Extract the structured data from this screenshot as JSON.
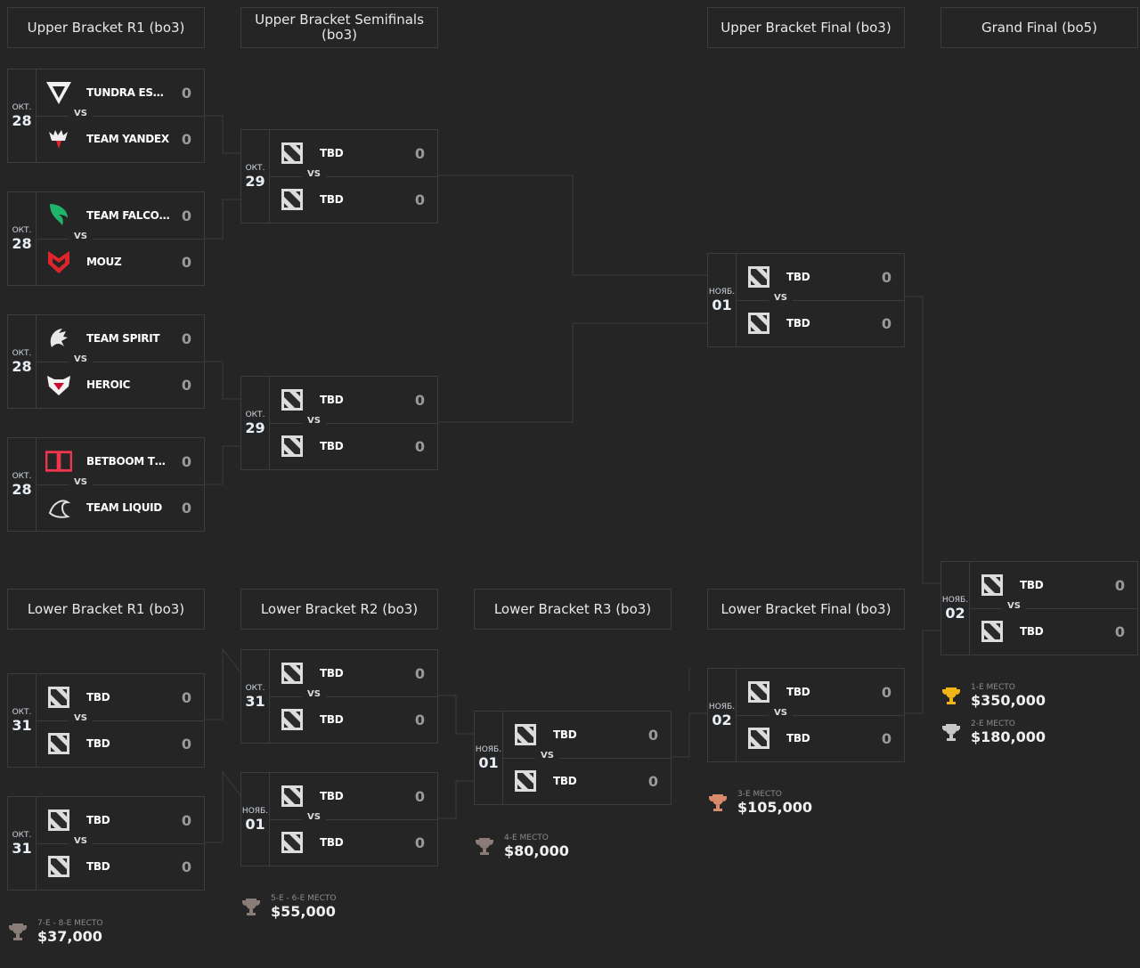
{
  "headers": {
    "ub_r1": "Upper Bracket R1 (bo3)",
    "ub_sf": "Upper Bracket Semifinals (bo3)",
    "ub_f": "Upper Bracket Final (bo3)",
    "gf": "Grand Final (bo5)",
    "lb_r1": "Lower Bracket R1 (bo3)",
    "lb_r2": "Lower Bracket R2 (bo3)",
    "lb_r3": "Lower Bracket R3 (bo3)",
    "lb_f": "Lower Bracket Final (bo3)"
  },
  "vs_label": "VS",
  "matches": [
    {
      "id": "ub-r1-1",
      "month": "ОКТ.",
      "day": "28",
      "teams": [
        {
          "name": "TUNDRA ESPO...",
          "logo": "tundra",
          "score": "0"
        },
        {
          "name": "TEAM YANDEX",
          "logo": "yandex",
          "score": "0"
        }
      ]
    },
    {
      "id": "ub-r1-2",
      "month": "ОКТ.",
      "day": "28",
      "teams": [
        {
          "name": "TEAM FALCONS",
          "logo": "falcons",
          "score": "0"
        },
        {
          "name": "MOUZ",
          "logo": "mouz",
          "score": "0"
        }
      ]
    },
    {
      "id": "ub-r1-3",
      "month": "ОКТ.",
      "day": "28",
      "teams": [
        {
          "name": "TEAM SPIRIT",
          "logo": "spirit",
          "score": "0"
        },
        {
          "name": "HEROIC",
          "logo": "heroic",
          "score": "0"
        }
      ]
    },
    {
      "id": "ub-r1-4",
      "month": "ОКТ.",
      "day": "28",
      "teams": [
        {
          "name": "BETBOOM TEAM",
          "logo": "betboom",
          "score": "0"
        },
        {
          "name": "TEAM LIQUID",
          "logo": "liquid",
          "score": "0"
        }
      ]
    },
    {
      "id": "ub-sf-1",
      "month": "ОКТ.",
      "day": "29",
      "teams": [
        {
          "name": "TBD",
          "logo": "dota",
          "score": "0"
        },
        {
          "name": "TBD",
          "logo": "dota",
          "score": "0"
        }
      ]
    },
    {
      "id": "ub-sf-2",
      "month": "ОКТ.",
      "day": "29",
      "teams": [
        {
          "name": "TBD",
          "logo": "dota",
          "score": "0"
        },
        {
          "name": "TBD",
          "logo": "dota",
          "score": "0"
        }
      ]
    },
    {
      "id": "ub-f",
      "month": "НОЯБ.",
      "day": "01",
      "teams": [
        {
          "name": "TBD",
          "logo": "dota",
          "score": "0"
        },
        {
          "name": "TBD",
          "logo": "dota",
          "score": "0"
        }
      ]
    },
    {
      "id": "gf",
      "month": "НОЯБ.",
      "day": "02",
      "teams": [
        {
          "name": "TBD",
          "logo": "dota",
          "score": "0"
        },
        {
          "name": "TBD",
          "logo": "dota",
          "score": "0"
        }
      ]
    },
    {
      "id": "lb-r1-1",
      "month": "ОКТ.",
      "day": "31",
      "teams": [
        {
          "name": "TBD",
          "logo": "dota",
          "score": "0"
        },
        {
          "name": "TBD",
          "logo": "dota",
          "score": "0"
        }
      ]
    },
    {
      "id": "lb-r1-2",
      "month": "ОКТ.",
      "day": "31",
      "teams": [
        {
          "name": "TBD",
          "logo": "dota",
          "score": "0"
        },
        {
          "name": "TBD",
          "logo": "dota",
          "score": "0"
        }
      ]
    },
    {
      "id": "lb-r2-1",
      "month": "ОКТ.",
      "day": "31",
      "teams": [
        {
          "name": "TBD",
          "logo": "dota",
          "score": "0"
        },
        {
          "name": "TBD",
          "logo": "dota",
          "score": "0"
        }
      ]
    },
    {
      "id": "lb-r2-2",
      "month": "НОЯБ.",
      "day": "01",
      "teams": [
        {
          "name": "TBD",
          "logo": "dota",
          "score": "0"
        },
        {
          "name": "TBD",
          "logo": "dota",
          "score": "0"
        }
      ]
    },
    {
      "id": "lb-r3",
      "month": "НОЯБ.",
      "day": "01",
      "teams": [
        {
          "name": "TBD",
          "logo": "dota",
          "score": "0"
        },
        {
          "name": "TBD",
          "logo": "dota",
          "score": "0"
        }
      ]
    },
    {
      "id": "lb-f",
      "month": "НОЯБ.",
      "day": "02",
      "teams": [
        {
          "name": "TBD",
          "logo": "dota",
          "score": "0"
        },
        {
          "name": "TBD",
          "logo": "dota",
          "score": "0"
        }
      ]
    }
  ],
  "prizes": [
    {
      "id": "p1",
      "place": "1-Е МЕСТО",
      "amount": "$350,000",
      "color": "#f2b518"
    },
    {
      "id": "p2",
      "place": "2-Е МЕСТО",
      "amount": "$180,000",
      "color": "#c8c8c8"
    },
    {
      "id": "p3",
      "place": "3-Е МЕСТО",
      "amount": "$105,000",
      "color": "#d98a6a"
    },
    {
      "id": "p4",
      "place": "4-Е МЕСТО",
      "amount": "$80,000",
      "color": "#8a7d78"
    },
    {
      "id": "p56",
      "place": "5-Е - 6-Е МЕСТО",
      "amount": "$55,000",
      "color": "#8a7d78"
    },
    {
      "id": "p78",
      "place": "7-Е - 8-Е МЕСТО",
      "amount": "$37,000",
      "color": "#8a7d78"
    }
  ]
}
